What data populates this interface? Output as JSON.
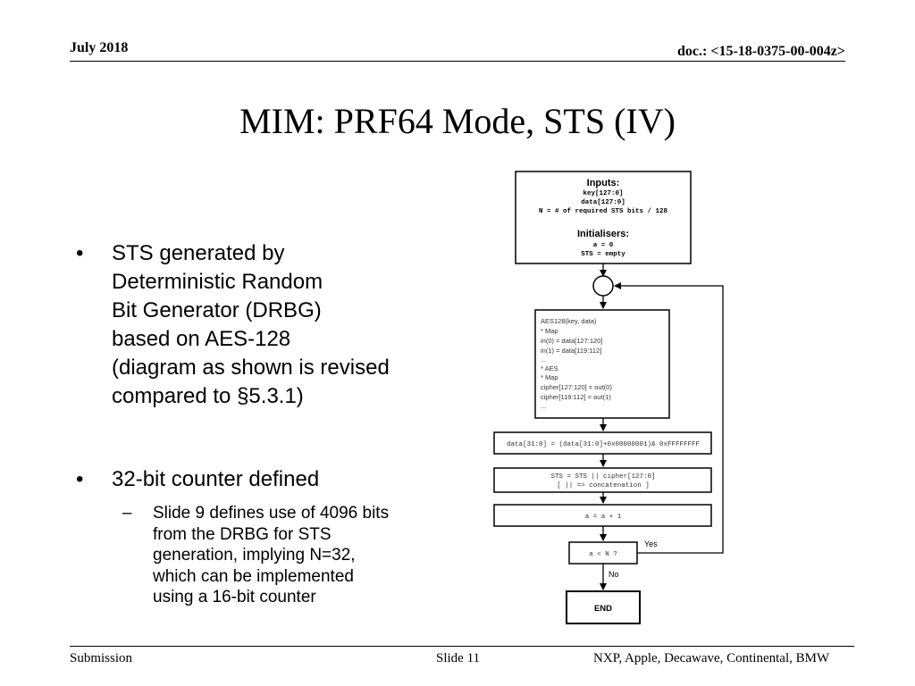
{
  "header": {
    "date": "July 2018",
    "doc": "doc.: <15-18-0375-00-004z>"
  },
  "title": "MIM: PRF64 Mode, STS (IV)",
  "bullets": {
    "b1": [
      "STS generated by",
      "Deterministic Random",
      "Bit Generator (DRBG)",
      "based on AES-128",
      "(diagram as shown is revised",
      "compared to §5.3.1)"
    ],
    "b2": "32-bit counter defined",
    "sub": [
      "Slide 9 defines use of 4096 bits",
      "from the DRBG for STS",
      "generation, implying N=32,",
      "which can be implemented",
      "using a 16-bit counter"
    ]
  },
  "diagram": {
    "inputs_title": "Inputs:",
    "inputs_lines": [
      "key[127:0]",
      "data[127:0]",
      "N = # of required STS bits / 128"
    ],
    "init_title": "Initialisers:",
    "init_lines": [
      "a = 0",
      "STS = empty"
    ],
    "aes_lines": [
      "AES128(key, data)",
      "* Map",
      "  in(0) = data[127:120]",
      "  in(1) = data[119:112]",
      "...",
      "* AES",
      "* Map",
      "  cipher[127:120] = out(0)",
      "  cipher[119:112] = out(1)",
      "..."
    ],
    "update": "data[31:0] = (data[31:0]+0x00000001)& 0xFFFFFFFF",
    "sts_lines": [
      "STS = STS || cipher[127:0]",
      "[ || => concatenation ]"
    ],
    "incr": "a = a + 1",
    "decision": "a < N ?",
    "yes": "Yes",
    "no": "No",
    "end": "END"
  },
  "footer": {
    "left": "Submission",
    "middle": "Slide 11",
    "right": "NXP, Apple, Decawave, Continental, BMW"
  }
}
